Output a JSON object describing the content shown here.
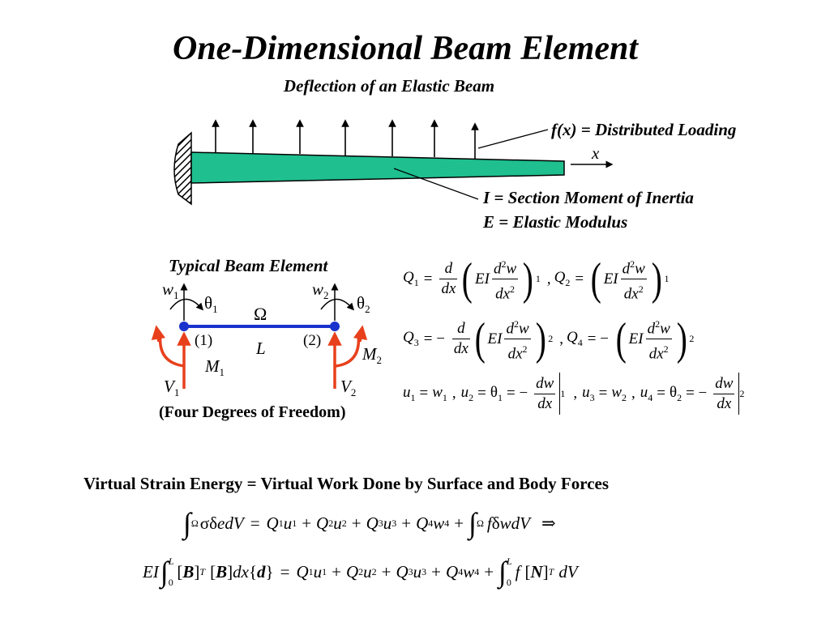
{
  "title": "One-Dimensional Beam Element",
  "subtitle": "Deflection of an Elastic Beam",
  "callouts": {
    "loading_func": "f(x) =",
    "loading_text": " Distributed Loading",
    "x_axis": "x",
    "inertia": "I = Section Moment of Inertia",
    "modulus": "E = Elastic Modulus"
  },
  "element": {
    "caption": "Typical Beam Element",
    "w1": "w",
    "w1_sub": "1",
    "w2": "w",
    "w2_sub": "2",
    "theta1": "θ",
    "theta1_sub": "1",
    "theta2": "θ",
    "theta2_sub": "2",
    "omega": "Ω",
    "node1": "(1)",
    "node2": "(2)",
    "length": "L",
    "m1": "M",
    "m1_sub": "1",
    "m2": "M",
    "m2_sub": "2",
    "v1": "V",
    "v1_sub": "1",
    "v2": "V",
    "v2_sub": "2",
    "dof_note": "(Four Degrees of Freedom)"
  },
  "equations": {
    "q1": "Q",
    "q1_sub": "1",
    "q2": "Q",
    "q2_sub": "2",
    "q3": "Q",
    "q3_sub": "3",
    "q4": "Q",
    "q4_sub": "4",
    "ei": "EI",
    "d": "d",
    "dx": "dx",
    "d2w": "d",
    "d2w_sup": "2",
    "d2w_var": "w",
    "dx2": "dx",
    "dx2_sup": "2",
    "dw": "dw",
    "u1": "u",
    "u2": "u",
    "u3": "u",
    "u4": "u",
    "w1": "w",
    "w2": "w",
    "theta": "θ",
    "sub1": "1",
    "sub2": "2",
    "sub3": "3",
    "sub4": "4"
  },
  "virtual_work": {
    "statement": "Virtual Strain Energy = Virtual Work Done by Surface and Body Forces",
    "integral_sym": "∫",
    "omega": "Ω",
    "sigma": "σ",
    "delta": "δ",
    "e_dv": "edV",
    "f": "f",
    "w_dv": "wdV",
    "implies": "⇒",
    "limit_L": "L",
    "limit_0": "0",
    "B": "B",
    "T": "T",
    "N": "N",
    "dv": "dV",
    "dx": "dx",
    "d": "d"
  },
  "colors": {
    "beam_fill": "#1fbf8f",
    "element_line": "#1a33cc",
    "node_fill": "#1a33cc",
    "moment_arrow": "#e8401c"
  }
}
